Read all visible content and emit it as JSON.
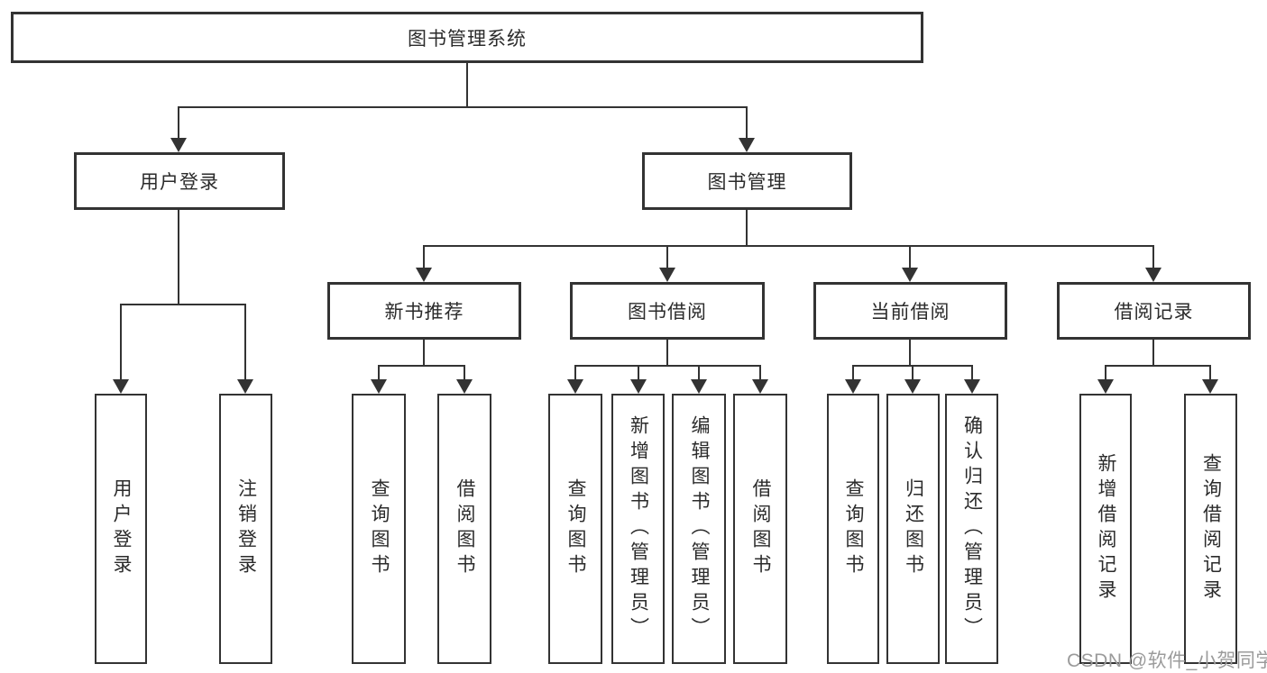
{
  "tree": {
    "root": {
      "label": "图书管理系统",
      "children": [
        {
          "label": "用户登录",
          "children": [
            {
              "label": "用户登录"
            },
            {
              "label": "注销登录"
            }
          ]
        },
        {
          "label": "图书管理",
          "children": [
            {
              "label": "新书推荐",
              "children": [
                {
                  "label": "查询图书"
                },
                {
                  "label": "借阅图书"
                }
              ]
            },
            {
              "label": "图书借阅",
              "children": [
                {
                  "label": "查询图书"
                },
                {
                  "label": "新增图书（管理员）"
                },
                {
                  "label": "编辑图书（管理员）"
                },
                {
                  "label": "借阅图书"
                }
              ]
            },
            {
              "label": "当前借阅",
              "children": [
                {
                  "label": "查询图书"
                },
                {
                  "label": "归还图书"
                },
                {
                  "label": "确认归还（管理员）"
                }
              ]
            },
            {
              "label": "借阅记录",
              "children": [
                {
                  "label": "新增借阅记录"
                },
                {
                  "label": "查询借阅记录"
                }
              ]
            }
          ]
        }
      ]
    }
  },
  "watermark": "CSDN @软件_小贺同学",
  "colors": {
    "line": "#333333",
    "text": "#2b2b2b",
    "box_background": "#ffffff",
    "page_background": "#ffffff",
    "watermark": "#9b9b9b"
  }
}
